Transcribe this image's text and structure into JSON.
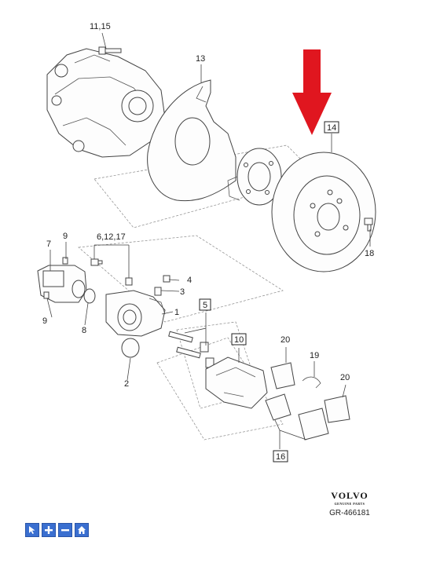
{
  "colors": {
    "arrow": "#e0161f",
    "toolbar": "#3a6fd0"
  },
  "labels": {
    "l11_15": "11,15",
    "l13": "13",
    "l14": "14",
    "l18": "18",
    "l7": "7",
    "l9a": "9",
    "l6_12_17": "6,12,17",
    "l9b": "9",
    "l8": "8",
    "l4": "4",
    "l3": "3",
    "l5": "5",
    "l1": "1",
    "l2": "2",
    "l10": "10",
    "l20a": "20",
    "l19": "19",
    "l20b": "20",
    "l16": "16"
  },
  "brand": {
    "name": "VOLVO",
    "sub": "GENUINE PARTS"
  },
  "reference_code": "GR-466181",
  "toolbar": [
    {
      "icon": "pointer-icon"
    },
    {
      "icon": "zoom-in-icon"
    },
    {
      "icon": "zoom-out-icon"
    },
    {
      "icon": "home-icon"
    }
  ]
}
